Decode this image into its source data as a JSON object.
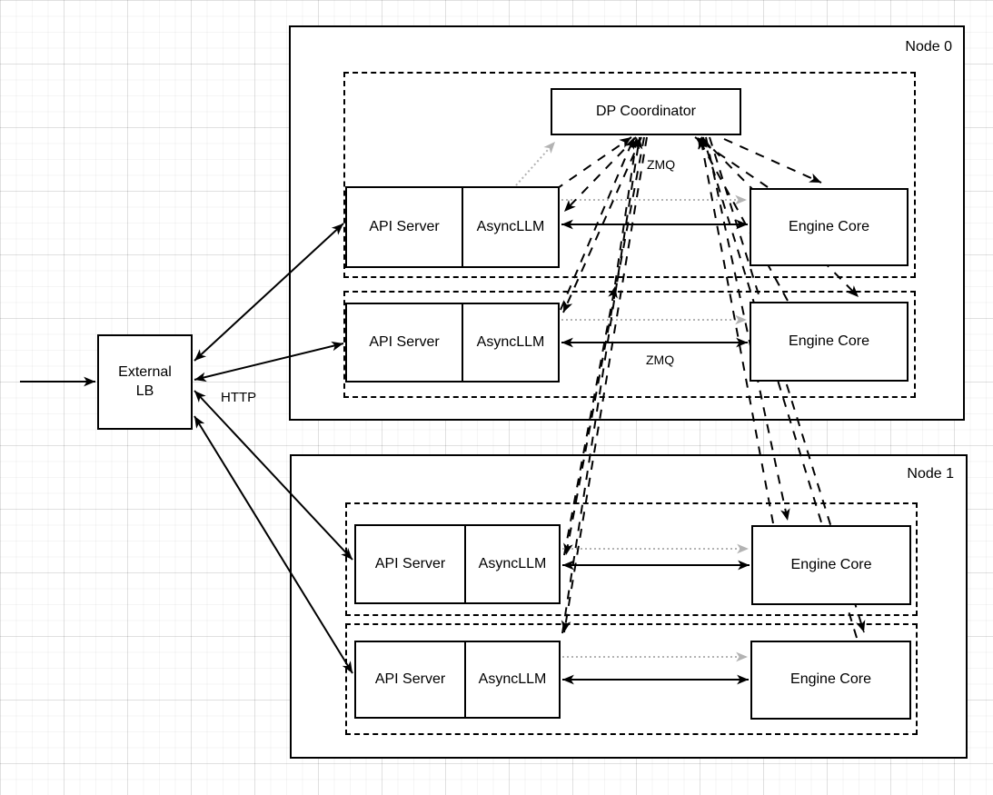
{
  "diagram": {
    "labels": {
      "node0": "Node 0",
      "node1": "Node 1",
      "external_lb_line1": "External",
      "external_lb_line2": "LB",
      "dp_coordinator": "DP Coordinator",
      "api_server": "API Server",
      "asyncllm": "AsyncLLM",
      "engine_core": "Engine Core",
      "http": "HTTP",
      "zmq_coordinator": "ZMQ",
      "zmq_engine": "ZMQ"
    },
    "colors": {
      "line": "#000000",
      "startup_arrow_gray": "#b3b3b3",
      "box_fill": "#ffffff",
      "background": "#ffffff"
    }
  }
}
